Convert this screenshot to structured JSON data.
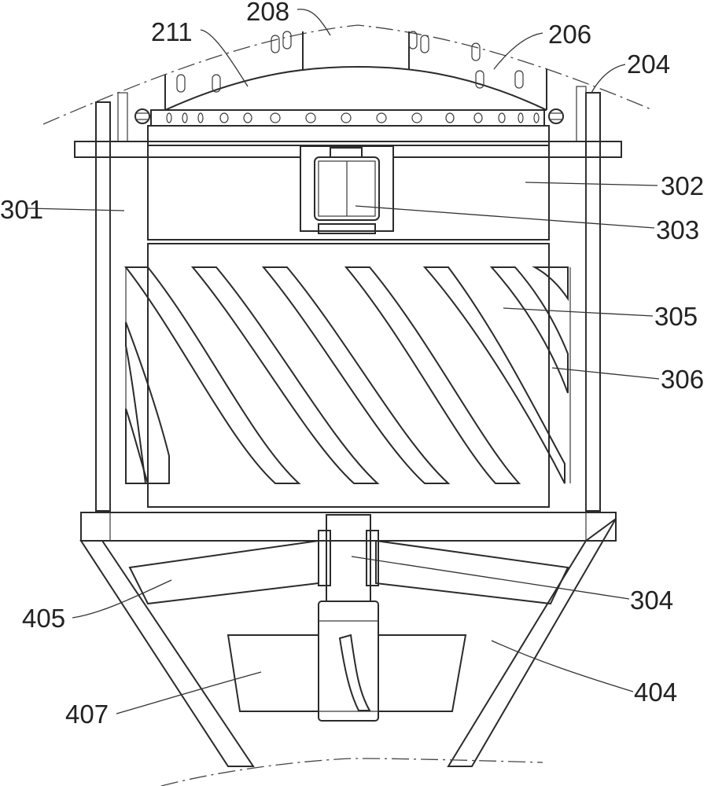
{
  "labels": [
    {
      "id": "208",
      "text": "208"
    },
    {
      "id": "211",
      "text": "211"
    },
    {
      "id": "206",
      "text": "206"
    },
    {
      "id": "204",
      "text": "204"
    },
    {
      "id": "301",
      "text": "301"
    },
    {
      "id": "302",
      "text": "302"
    },
    {
      "id": "303",
      "text": "303"
    },
    {
      "id": "305",
      "text": "305"
    },
    {
      "id": "306",
      "text": "306"
    },
    {
      "id": "304",
      "text": "304"
    },
    {
      "id": "405",
      "text": "405"
    },
    {
      "id": "407",
      "text": "407"
    },
    {
      "id": "404",
      "text": "404"
    }
  ]
}
